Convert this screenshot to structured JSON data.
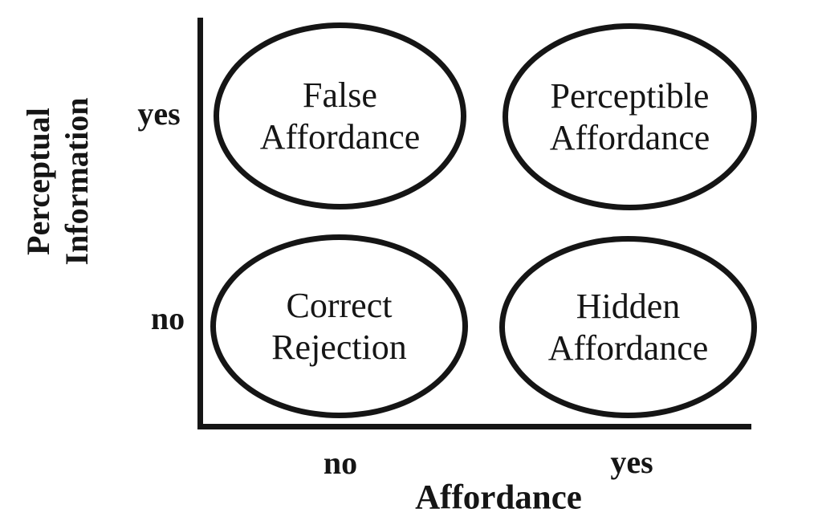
{
  "figure": {
    "background_color": "#ffffff",
    "ink_color": "#151515",
    "y_axis": {
      "title_line1": "Perceptual",
      "title_line2": "Information",
      "tick_top": "yes",
      "tick_bottom": "no"
    },
    "x_axis": {
      "title": "Affordance",
      "tick_left": "no",
      "tick_right": "yes"
    },
    "cells": [
      {
        "position": "top-left",
        "affordance": "no",
        "perceptual_information": "yes",
        "line1": "False",
        "line2": "Affordance"
      },
      {
        "position": "top-right",
        "affordance": "yes",
        "perceptual_information": "yes",
        "line1": "Perceptible",
        "line2": "Affordance"
      },
      {
        "position": "bottom-left",
        "affordance": "no",
        "perceptual_information": "no",
        "line1": "Correct",
        "line2": "Rejection"
      },
      {
        "position": "bottom-right",
        "affordance": "yes",
        "perceptual_information": "no",
        "line1": "Hidden",
        "line2": "Affordance"
      }
    ]
  }
}
